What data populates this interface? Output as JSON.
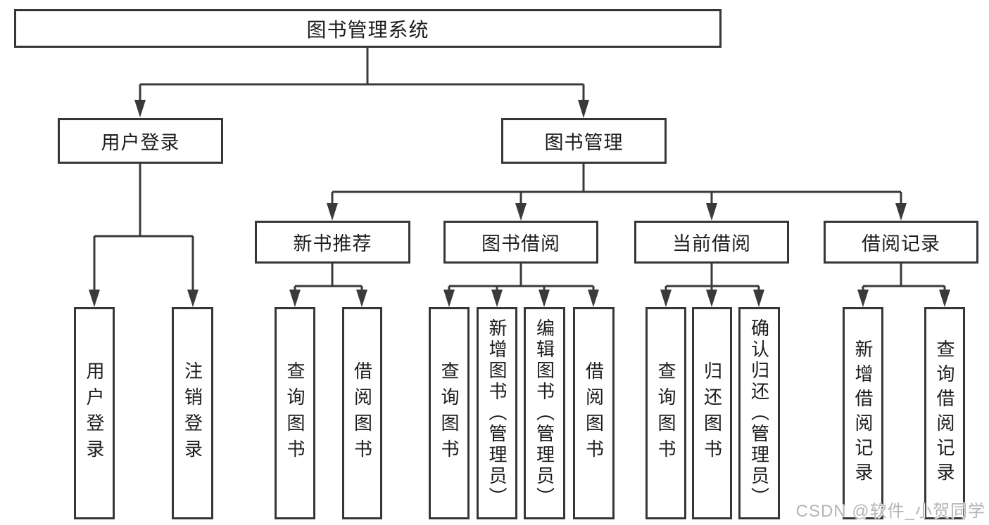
{
  "diagram": {
    "root": {
      "label": "图书管理系统"
    },
    "level2": [
      {
        "label": "用户登录",
        "children": [
          {
            "label": "用户登录"
          },
          {
            "label": "注销登录"
          }
        ]
      },
      {
        "label": "图书管理",
        "groups": [
          {
            "label": "新书推荐",
            "children": [
              {
                "label": "查询图书"
              },
              {
                "label": "借阅图书"
              }
            ]
          },
          {
            "label": "图书借阅",
            "children": [
              {
                "label": "查询图书"
              },
              {
                "label": "新增图书（管理员）"
              },
              {
                "label": "编辑图书（管理员）"
              },
              {
                "label": "借阅图书"
              }
            ]
          },
          {
            "label": "当前借阅",
            "children": [
              {
                "label": "查询图书"
              },
              {
                "label": "归还图书"
              },
              {
                "label": "确认归还（管理员）"
              }
            ]
          },
          {
            "label": "借阅记录",
            "children": [
              {
                "label": "新增借阅记录"
              },
              {
                "label": "查询借阅记录"
              }
            ]
          }
        ]
      }
    ],
    "colors": {
      "line": "#3a3a3a",
      "border": "#363636",
      "text": "#1c1c1c",
      "watermark": "#b5b5b5"
    },
    "watermark": {
      "text": "CSDN @软件_小贺同学"
    }
  }
}
